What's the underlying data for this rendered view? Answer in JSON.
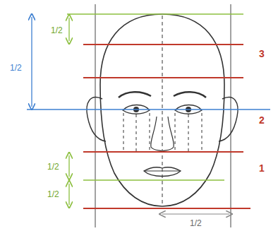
{
  "diagram": {
    "labels": [
      "1/2",
      "3",
      "1/2",
      "2",
      "1/2",
      "1",
      "1/2",
      "1/2"
    ]
  }
}
